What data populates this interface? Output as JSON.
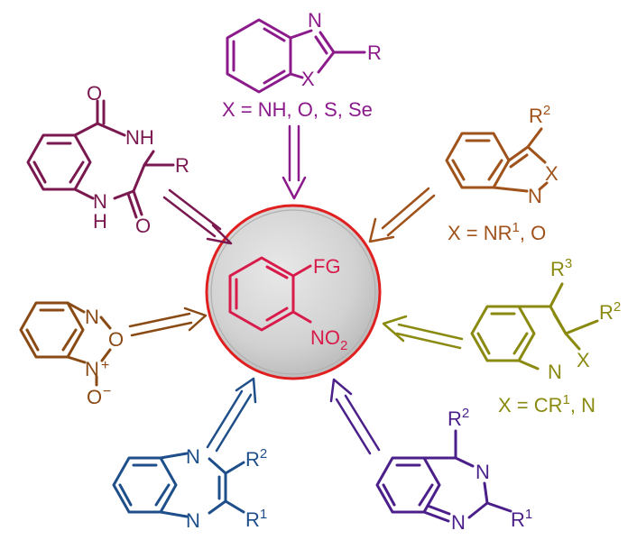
{
  "colors": {
    "purple": "#8b1a8b",
    "maroon": "#7a1850",
    "orange": "#a0521b",
    "brown": "#8a4a14",
    "olive": "#8a8a10",
    "blue": "#1f4f8a",
    "violet": "#4b1f8a",
    "center_red": "#d81b4a",
    "circle_fill": "#d4d4d4",
    "circle_stroke": "#e02020"
  },
  "center": {
    "fg": "FG",
    "no2": "NO",
    "no2_sub": "2"
  },
  "benzazole": {
    "n": "N",
    "x": "X",
    "r": "R",
    "caption": "X = NH, O, S, Se"
  },
  "benzodiazepinedione": {
    "o_top": "O",
    "nh_top": "NH",
    "r": "R",
    "nh_bottom": "N",
    "h_bottom": "H",
    "o_bottom": "O"
  },
  "benzisoxazole": {
    "r": "R",
    "r_sup": "2",
    "x": "X",
    "n": "N",
    "caption_main": "X = NR",
    "caption_sup": "1",
    "caption_tail": ", O"
  },
  "benzofuroxan": {
    "n_top": "N",
    "o_ring": "O",
    "n_bottom": "N",
    "plus": "+",
    "o_minus": "O",
    "minus": "−"
  },
  "quinoline": {
    "r3": "R",
    "r3_sup": "3",
    "r2": "R",
    "r2_sup": "2",
    "n": "N",
    "x": "X",
    "caption_main": "X = CR",
    "caption_sup": "1",
    "caption_tail": ", N"
  },
  "quinoxaline": {
    "n_top": "N",
    "n_bottom": "N",
    "r2": "R",
    "r2_sup": "2",
    "r1": "R",
    "r1_sup": "1"
  },
  "quinazoline": {
    "r2": "R",
    "r2_sup": "2",
    "n_top": "N",
    "n_bottom": "N",
    "r1": "R",
    "r1_sup": "1"
  }
}
